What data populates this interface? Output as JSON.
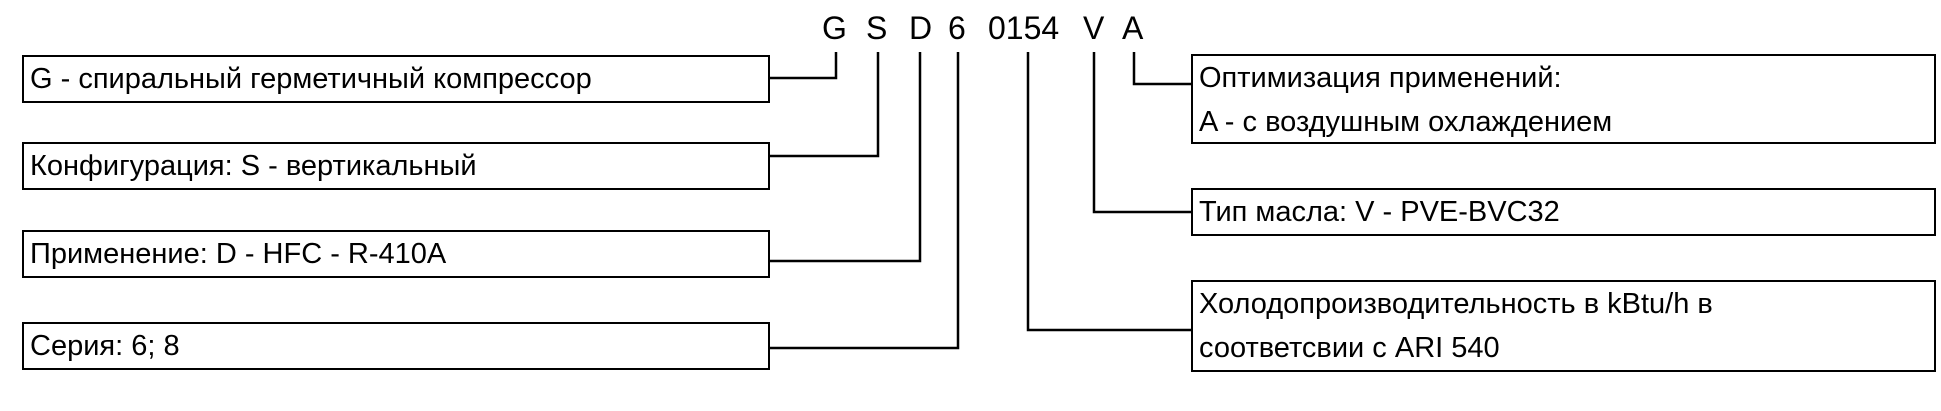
{
  "code": {
    "letters": [
      "G",
      "S",
      "D",
      "6",
      "0154",
      "V",
      "A"
    ]
  },
  "left_boxes": [
    {
      "text": "G - спиральный герметичный компрессор"
    },
    {
      "text": "Конфигурация: S - вертикальный"
    },
    {
      "text": "Применение: D - HFC - R-410A"
    },
    {
      "text": "Серия: 6; 8"
    }
  ],
  "right_boxes": [
    {
      "lines": [
        "Оптимизация применений:",
        "A - с воздушным охлаждением"
      ]
    },
    {
      "lines": [
        "Тип масла: V - PVE-BVC32"
      ]
    },
    {
      "lines": [
        "Холодопроизводительность в kBtu/h в",
        "соответсвии с ARI 540"
      ]
    }
  ]
}
